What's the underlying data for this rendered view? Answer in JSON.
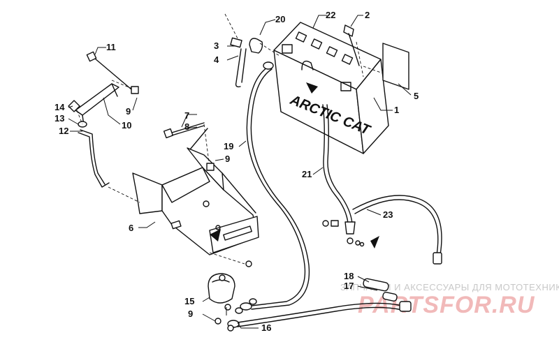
{
  "diagram": {
    "callouts": [
      "1",
      "2",
      "3",
      "4",
      "5",
      "6",
      "7",
      "8",
      "9",
      "10",
      "11",
      "12",
      "13",
      "14",
      "15",
      "16",
      "17",
      "18",
      "19",
      "20",
      "21",
      "22",
      "23"
    ],
    "battery_brand": "ARCTIC CAT"
  },
  "watermark": {
    "tagline": "ЗАПЧАСТИ И АКСЕССУАРЫ ДЛЯ МОТОТЕХНИКИ",
    "logo": "PARTSFOR.RU"
  }
}
